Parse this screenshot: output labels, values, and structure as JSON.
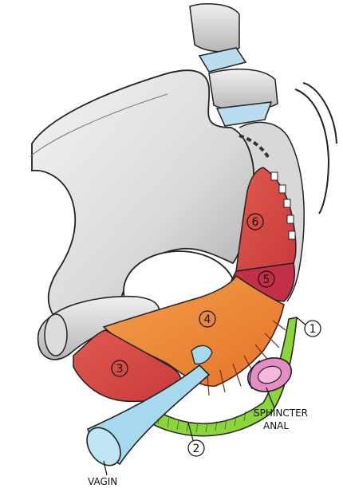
{
  "numbers": {
    "n1": "1",
    "n2": "2",
    "n3": "3",
    "n4": "4",
    "n5": "5",
    "n6": "6"
  },
  "labels": {
    "sphincter_line1": "SPHINCTER",
    "sphincter_line2": "ANAL",
    "vagin": "VAGIN"
  },
  "colors": {
    "bone": "#e8e8e8",
    "bone_shadow": "#9a9a9a",
    "cartilage": "#b9dcef",
    "muscle_red": "#d8484c",
    "muscle_dark_red": "#c42f48",
    "muscle_orange": "#ef8a3a",
    "green_band": "#8bd43a",
    "vagina_blue": "#a6d8ee",
    "sphincter_pink": "#e48fc4"
  }
}
